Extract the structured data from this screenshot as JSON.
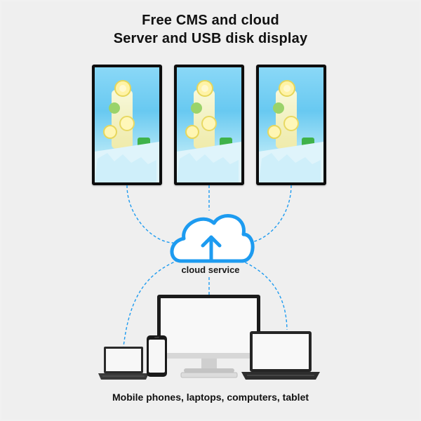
{
  "headline": {
    "line1": "Free CMS and cloud",
    "line2": "Server and USB disk display"
  },
  "cloud": {
    "label": "cloud service",
    "icon": "cloud-upload-icon",
    "color": "#1d9bf0"
  },
  "displays": [
    {
      "name": "signage-screen-left"
    },
    {
      "name": "signage-screen-center"
    },
    {
      "name": "signage-screen-right"
    }
  ],
  "devices": [
    {
      "name": "laptop-left"
    },
    {
      "name": "mobile-phone"
    },
    {
      "name": "desktop-monitor"
    },
    {
      "name": "laptop-right"
    }
  ],
  "caption": "Mobile phones, laptops, computers, tablet",
  "colors": {
    "background": "#efefef",
    "accent": "#1d9bf0",
    "text": "#111111"
  }
}
